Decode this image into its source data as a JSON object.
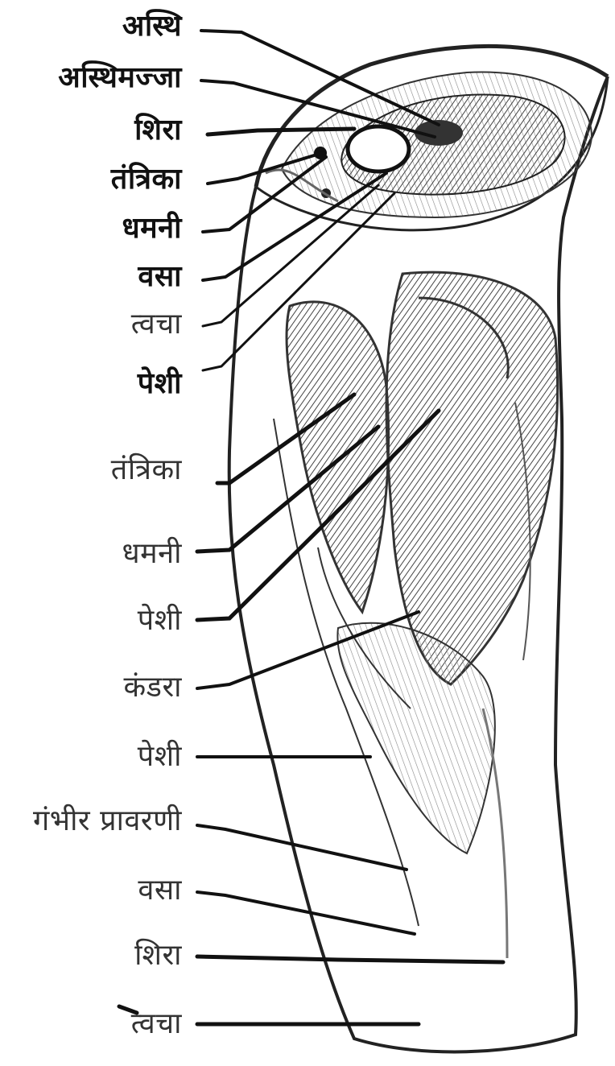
{
  "labels": {
    "l1": "अस्थि",
    "l2": "अस्थिमज्जा",
    "l3": "शिरा",
    "l4": "तंत्रिका",
    "l5": "धमनी",
    "l6": "वसा",
    "l7": "त्वचा",
    "l8": "पेशी",
    "l9": "तंत्रिका",
    "l10": "धमनी",
    "l11": "पेशी",
    "l12": "कंडरा",
    "l13": "पेशी",
    "l14": "गंभीर प्रावरणी",
    "l15": "वसा",
    "l16": "शिरा",
    "l17": "त्वचा"
  },
  "colors": {
    "ink": "#111111",
    "shade": "#555555",
    "paper": "#ffffff"
  }
}
